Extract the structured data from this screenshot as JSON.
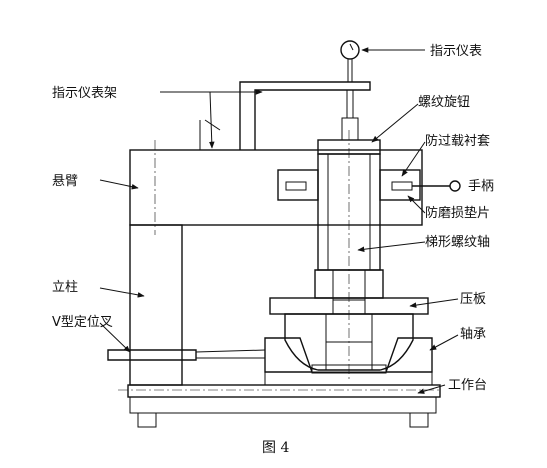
{
  "labels": {
    "indicator": "指示仪表",
    "indicator_stand": "指示仪表架",
    "screw_knob": "螺纹旋钮",
    "overload_sleeve": "防过载衬套",
    "cantilever": "悬臂",
    "handle": "手柄",
    "wear_pad": "防磨损垫片",
    "trapezoid_shaft": "梯形螺纹轴",
    "column": "立柱",
    "pressure_plate": "压板",
    "v_fork": "V型定位叉",
    "bearing": "轴承",
    "worktable": "工作台"
  },
  "caption": "图 4"
}
